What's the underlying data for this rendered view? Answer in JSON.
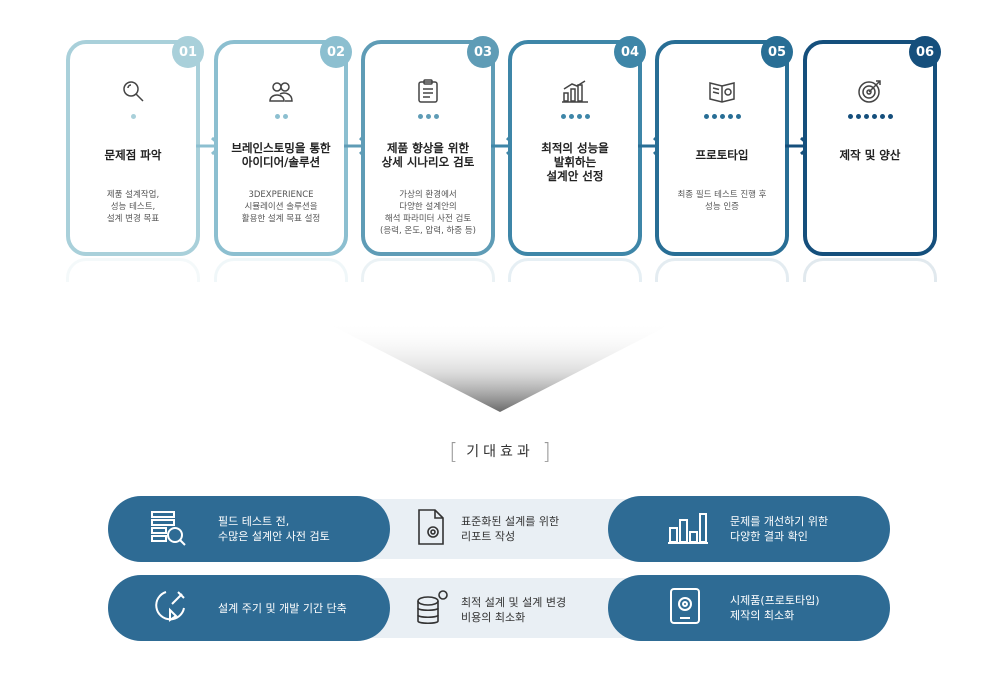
{
  "steps": [
    {
      "num": "01",
      "title": [
        "문제점 파악"
      ],
      "desc": [
        "제품 설계작업,",
        "성능 테스트,",
        "설계 변경 목표"
      ],
      "color": "#a9d0da",
      "icon": "search-icon",
      "dots": 1
    },
    {
      "num": "02",
      "title": [
        "브레인스토밍을 통한",
        "아이디어/솔루션"
      ],
      "desc": [
        "3DEXPERIENCE",
        "시뮬레이션 솔루션을",
        "활용한 설계 목표 설정"
      ],
      "color": "#8cbfd0",
      "icon": "people-icon",
      "dots": 2
    },
    {
      "num": "03",
      "title": [
        "제품 향상을 위한",
        "상세 시나리오 검토"
      ],
      "desc": [
        "가상의 환경에서",
        "다양한 설계안의",
        "해석 파라미터 사전 검토",
        "(응력, 온도, 압력, 하중 등)"
      ],
      "color": "#5f9cb6",
      "icon": "clipboard-icon",
      "dots": 3
    },
    {
      "num": "04",
      "title": [
        "최적의 성능을",
        "발휘하는",
        "설계안 선정"
      ],
      "desc": [],
      "color": "#3e86a8",
      "icon": "bar-chart-icon",
      "dots": 4
    },
    {
      "num": "05",
      "title": [
        "프로토타입"
      ],
      "desc": [
        "최종 필드 테스트 진행 후",
        "성능 인증"
      ],
      "color": "#286e95",
      "icon": "book-icon",
      "dots": 5
    },
    {
      "num": "06",
      "title": [
        "제작 및 양산"
      ],
      "desc": [],
      "color": "#154f7c",
      "icon": "target-icon",
      "dots": 6
    }
  ],
  "effects_heading": "기대효과",
  "effects_bracket_left": "[",
  "effects_bracket_right": "]",
  "effects": {
    "row1": {
      "left": {
        "text": [
          "필드 테스트 전,",
          "수많은 설계안 사전 검토"
        ],
        "icon": "search-list-icon"
      },
      "mid": {
        "text": [
          "표준화된 설계를 위한",
          "리포트 작성"
        ],
        "icon": "document-gear-icon"
      },
      "right": {
        "text": [
          "문제를 개선하기 위한",
          "다양한 결과 확인"
        ],
        "icon": "bar-chart-icon"
      }
    },
    "row2": {
      "left": {
        "text": [
          "설계 주기 및 개발 기간 단축"
        ],
        "icon": "cycle-pencil-icon"
      },
      "mid": {
        "text": [
          "최적 설계 및 설계 변경",
          "비용의 최소화"
        ],
        "icon": "coins-gear-icon"
      },
      "right": {
        "text": [
          "시제품(프로토타입)",
          "제작의 최소화"
        ],
        "icon": "device-gear-icon"
      }
    }
  },
  "colors": {
    "pill": "#2e6b94",
    "band": "#e9eff4",
    "funnel": "#6a6a6a"
  }
}
